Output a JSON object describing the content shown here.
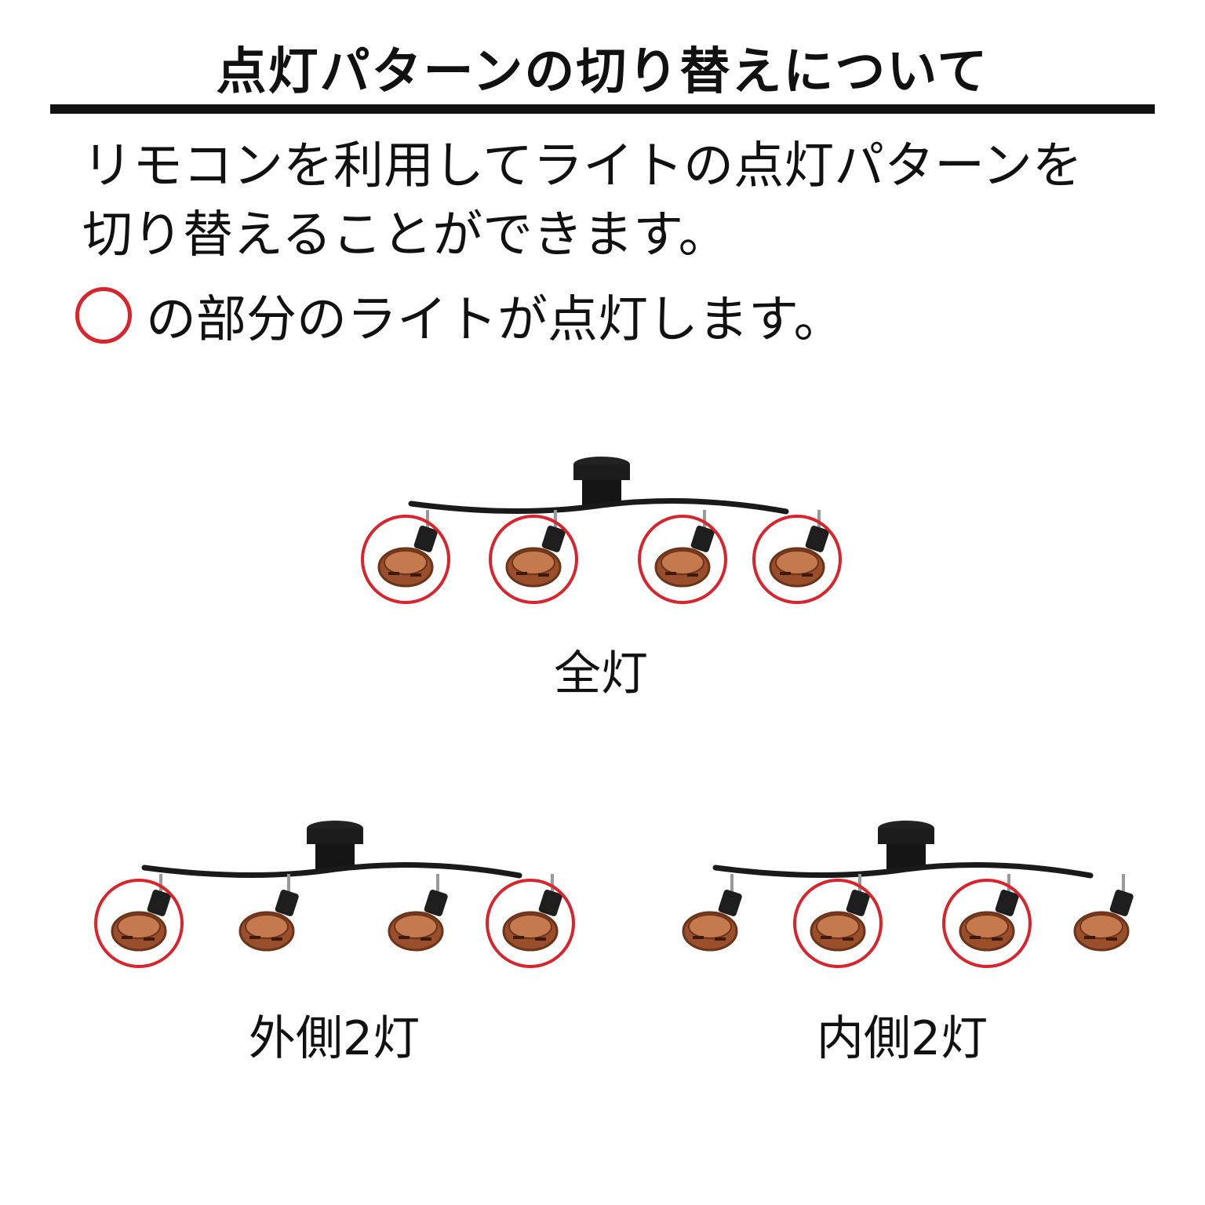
{
  "heading": "点灯パターンの切り替えについて",
  "intro_line1": "リモコンを利用してライトの点灯パターンを",
  "intro_line2": "切り替えることができます。",
  "legend_text": "の部分のライトが点灯します。",
  "accent_color": "#d9242c",
  "patterns": [
    {
      "label": "全灯",
      "lit": [
        true,
        true,
        true,
        true
      ]
    },
    {
      "label": "外側2灯",
      "lit": [
        true,
        false,
        false,
        true
      ]
    },
    {
      "label": "内側2灯",
      "lit": [
        false,
        true,
        true,
        false
      ]
    }
  ]
}
